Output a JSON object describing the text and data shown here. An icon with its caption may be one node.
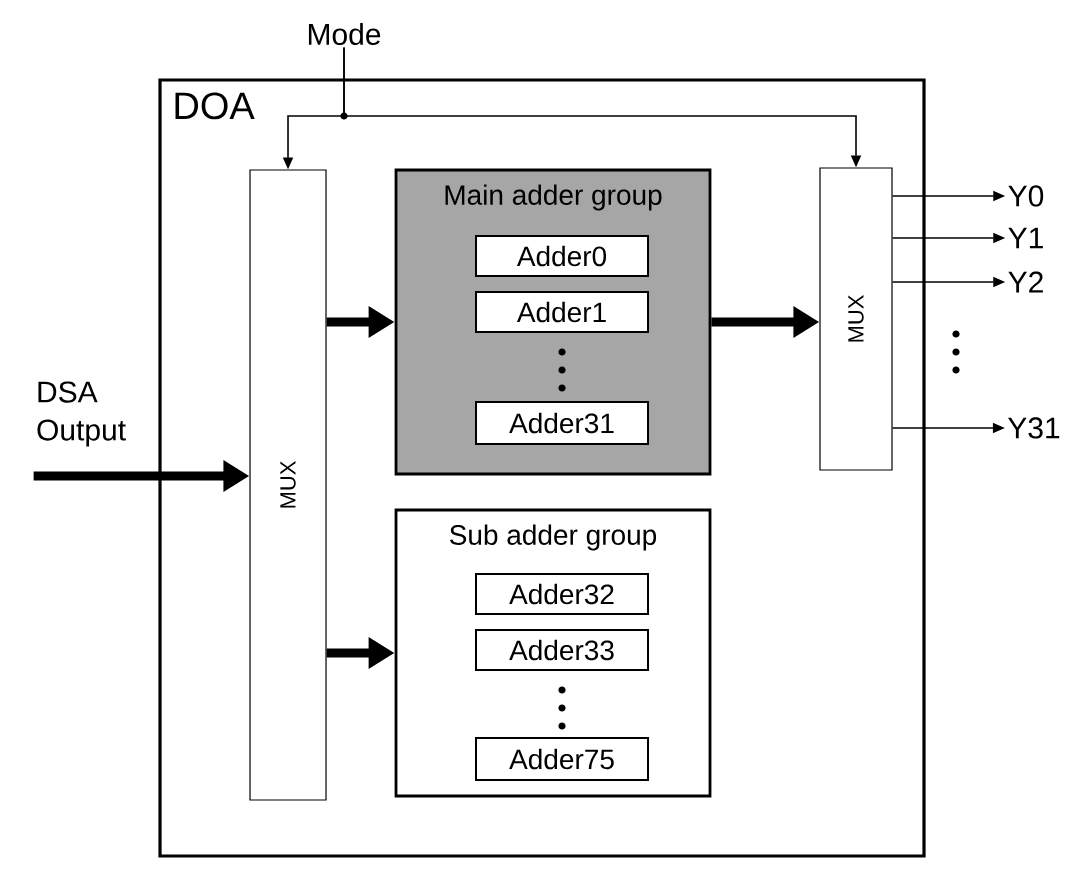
{
  "diagram": {
    "nodes": [
      {
        "text": [
          "DOA"
        ]
      },
      {
        "text": [
          "MUX"
        ],
        "in": 0
      },
      {
        "text": [
          "Main adder group"
        ],
        "in": 0
      },
      {
        "text": [
          "Adder0"
        ],
        "in": 2
      },
      {
        "text": [
          "Adder1"
        ],
        "in": 2
      },
      {
        "text": [
          "Adder31"
        ],
        "in": 2
      },
      {
        "text": [
          "Sub adder group"
        ],
        "in": 0
      },
      {
        "text": [
          "Adder32"
        ],
        "in": 6
      },
      {
        "text": [
          "Adder33"
        ],
        "in": 6
      },
      {
        "text": [
          "Adder75"
        ],
        "in": 6
      },
      {
        "text": [
          "MUX"
        ],
        "in": 0
      },
      {
        "text": [
          "Mode"
        ]
      },
      {
        "text": [
          "DSA Output"
        ]
      },
      {
        "text": [
          "Y0"
        ]
      },
      {
        "text": [
          "Y1"
        ]
      },
      {
        "text": [
          "Y2"
        ]
      },
      {
        "text": [
          "Y31"
        ]
      }
    ],
    "edges": [
      {
        "from": 11,
        "to": 1,
        "arrow": "to"
      },
      {
        "from": 11,
        "to": 10,
        "arrow": "to"
      },
      {
        "from": 12,
        "to": 1,
        "arrow": "to",
        "style": "thick"
      },
      {
        "from": 1,
        "to": 2,
        "arrow": "to",
        "style": "thick"
      },
      {
        "from": 1,
        "to": 6,
        "arrow": "to",
        "style": "thick"
      },
      {
        "from": 2,
        "to": 10,
        "arrow": "to",
        "style": "thick"
      },
      {
        "from": 10,
        "to": 13,
        "arrow": "to"
      },
      {
        "from": 10,
        "to": 14,
        "arrow": "to"
      },
      {
        "from": 10,
        "to": 15,
        "arrow": "to"
      },
      {
        "from": 10,
        "to": 16,
        "arrow": "to"
      }
    ]
  }
}
